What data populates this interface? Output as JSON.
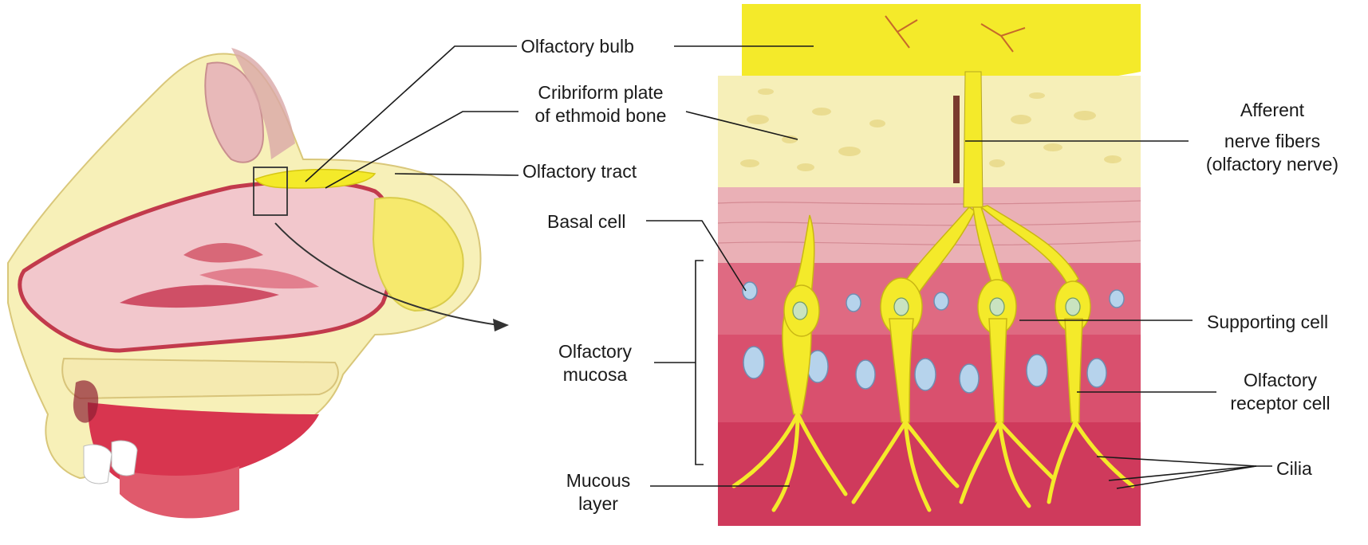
{
  "labels": {
    "olfactory_bulb": "Olfactory bulb",
    "cribriform_1": "Cribriform plate",
    "cribriform_2": "of ethmoid bone",
    "olfactory_tract": "Olfactory tract",
    "basal_cell": "Basal cell",
    "mucosa_1": "Olfactory",
    "mucosa_2": "mucosa",
    "mucous_1": "Mucous",
    "mucous_2": "layer",
    "afferent_1": "Afferent",
    "afferent_2": "nerve fibers",
    "afferent_3": "(olfactory nerve)",
    "supporting_cell": "Supporting cell",
    "receptor_1": "Olfactory",
    "receptor_2": "receptor cell",
    "cilia": "Cilia"
  },
  "colors": {
    "nerve_yellow": "#f4ea2a",
    "bone_cream": "#f6efb0",
    "tissue_pink": "#e9a3ad",
    "mucosa_magenta": "#c8325a",
    "nucleus_blue": "#b6d3ec"
  }
}
